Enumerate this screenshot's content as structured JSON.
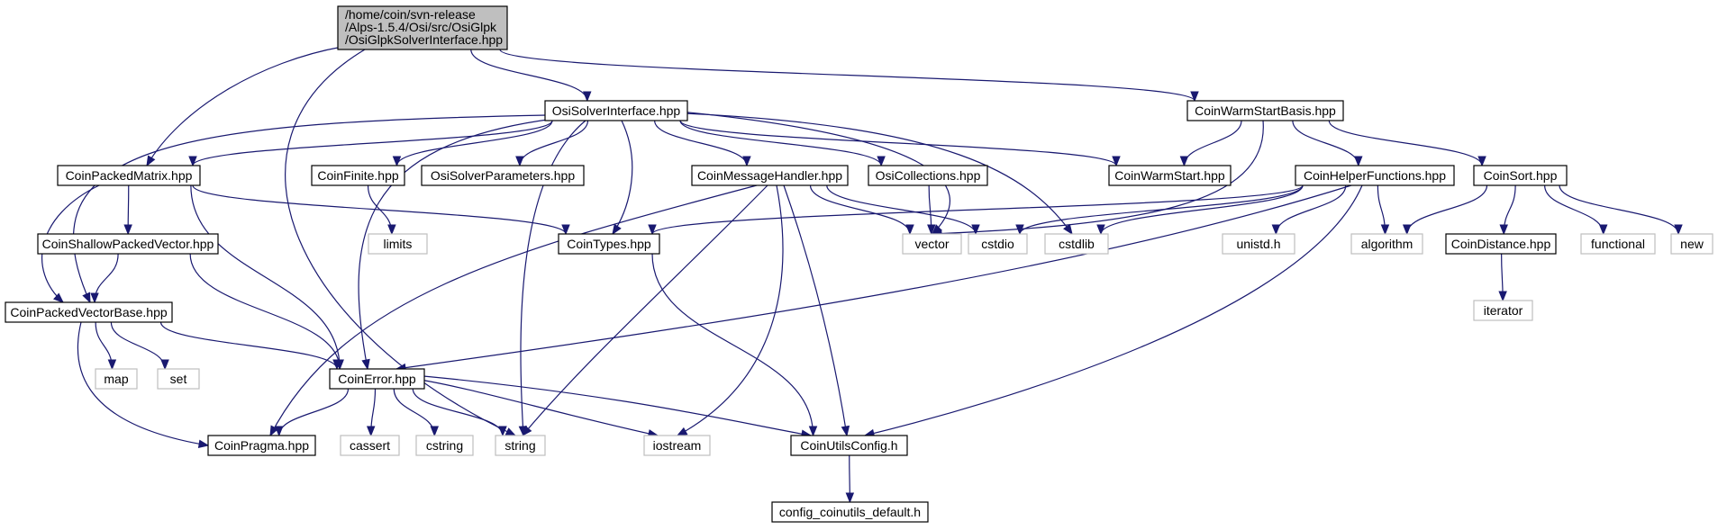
{
  "graph": {
    "root": [
      "/home/coin/svn-release",
      "/Alps-1.5.4/Osi/src/OsiGlpk",
      "/OsiGlpkSolverInterface.hpp"
    ],
    "nodes": {
      "OsiSolverInterface": "OsiSolverInterface.hpp",
      "CoinWarmStartBasis": "CoinWarmStartBasis.hpp",
      "CoinPackedMatrix": "CoinPackedMatrix.hpp",
      "CoinFinite": "CoinFinite.hpp",
      "OsiSolverParameters": "OsiSolverParameters.hpp",
      "CoinMessageHandler": "CoinMessageHandler.hpp",
      "OsiCollections": "OsiCollections.hpp",
      "CoinWarmStart": "CoinWarmStart.hpp",
      "CoinHelperFunctions": "CoinHelperFunctions.hpp",
      "CoinSort": "CoinSort.hpp",
      "CoinShallowPackedVector": "CoinShallowPackedVector.hpp",
      "limits": "limits",
      "CoinTypes": "CoinTypes.hpp",
      "vector": "vector",
      "cstdio": "cstdio",
      "cstdlib": "cstdlib",
      "unistd": "unistd.h",
      "algorithm": "algorithm",
      "CoinDistance": "CoinDistance.hpp",
      "functional": "functional",
      "new": "new",
      "CoinPackedVectorBase": "CoinPackedVectorBase.hpp",
      "iterator": "iterator",
      "map": "map",
      "set": "set",
      "CoinError": "CoinError.hpp",
      "CoinPragma": "CoinPragma.hpp",
      "cassert": "cassert",
      "cstring": "cstring",
      "string": "string",
      "iostream": "iostream",
      "CoinUtilsConfig": "CoinUtilsConfig.h",
      "config_coinutils_default": "config_coinutils_default.h"
    },
    "edges": [
      [
        "root",
        "OsiSolverInterface"
      ],
      [
        "root",
        "CoinWarmStartBasis"
      ],
      [
        "root",
        "CoinPackedMatrix"
      ],
      [
        "root",
        "string"
      ],
      [
        "OsiSolverInterface",
        "CoinPackedMatrix"
      ],
      [
        "OsiSolverInterface",
        "CoinFinite"
      ],
      [
        "OsiSolverInterface",
        "OsiSolverParameters"
      ],
      [
        "OsiSolverInterface",
        "CoinMessageHandler"
      ],
      [
        "OsiSolverInterface",
        "OsiCollections"
      ],
      [
        "OsiSolverInterface",
        "CoinWarmStart"
      ],
      [
        "OsiSolverInterface",
        "CoinTypes"
      ],
      [
        "OsiSolverInterface",
        "vector"
      ],
      [
        "OsiSolverInterface",
        "cstdlib"
      ],
      [
        "OsiSolverInterface",
        "CoinPackedVectorBase"
      ],
      [
        "OsiSolverInterface",
        "CoinError"
      ],
      [
        "OsiSolverInterface",
        "string"
      ],
      [
        "CoinWarmStartBasis",
        "CoinWarmStart"
      ],
      [
        "CoinWarmStartBasis",
        "CoinHelperFunctions"
      ],
      [
        "CoinWarmStartBasis",
        "CoinSort"
      ],
      [
        "CoinWarmStartBasis",
        "vector"
      ],
      [
        "CoinPackedMatrix",
        "CoinShallowPackedVector"
      ],
      [
        "CoinPackedMatrix",
        "CoinPackedVectorBase"
      ],
      [
        "CoinPackedMatrix",
        "CoinTypes"
      ],
      [
        "CoinPackedMatrix",
        "CoinError"
      ],
      [
        "CoinFinite",
        "limits"
      ],
      [
        "CoinMessageHandler",
        "vector"
      ],
      [
        "CoinMessageHandler",
        "cstdio"
      ],
      [
        "CoinMessageHandler",
        "CoinPragma"
      ],
      [
        "CoinMessageHandler",
        "string"
      ],
      [
        "CoinMessageHandler",
        "iostream"
      ],
      [
        "CoinMessageHandler",
        "CoinUtilsConfig"
      ],
      [
        "OsiCollections",
        "vector"
      ],
      [
        "CoinHelperFunctions",
        "CoinTypes"
      ],
      [
        "CoinHelperFunctions",
        "cstdio"
      ],
      [
        "CoinHelperFunctions",
        "cstdlib"
      ],
      [
        "CoinHelperFunctions",
        "unistd"
      ],
      [
        "CoinHelperFunctions",
        "algorithm"
      ],
      [
        "CoinHelperFunctions",
        "CoinError"
      ],
      [
        "CoinHelperFunctions",
        "CoinUtilsConfig"
      ],
      [
        "CoinSort",
        "algorithm"
      ],
      [
        "CoinSort",
        "CoinDistance"
      ],
      [
        "CoinSort",
        "functional"
      ],
      [
        "CoinSort",
        "new"
      ],
      [
        "CoinDistance",
        "iterator"
      ],
      [
        "CoinShallowPackedVector",
        "CoinPackedVectorBase"
      ],
      [
        "CoinShallowPackedVector",
        "CoinError"
      ],
      [
        "CoinPackedVectorBase",
        "map"
      ],
      [
        "CoinPackedVectorBase",
        "set"
      ],
      [
        "CoinPackedVectorBase",
        "CoinError"
      ],
      [
        "CoinPackedVectorBase",
        "CoinPragma"
      ],
      [
        "CoinTypes",
        "CoinUtilsConfig"
      ],
      [
        "CoinError",
        "CoinPragma"
      ],
      [
        "CoinError",
        "cassert"
      ],
      [
        "CoinError",
        "cstring"
      ],
      [
        "CoinError",
        "string"
      ],
      [
        "CoinError",
        "iostream"
      ],
      [
        "CoinError",
        "CoinUtilsConfig"
      ],
      [
        "CoinUtilsConfig",
        "config_coinutils_default"
      ]
    ]
  }
}
